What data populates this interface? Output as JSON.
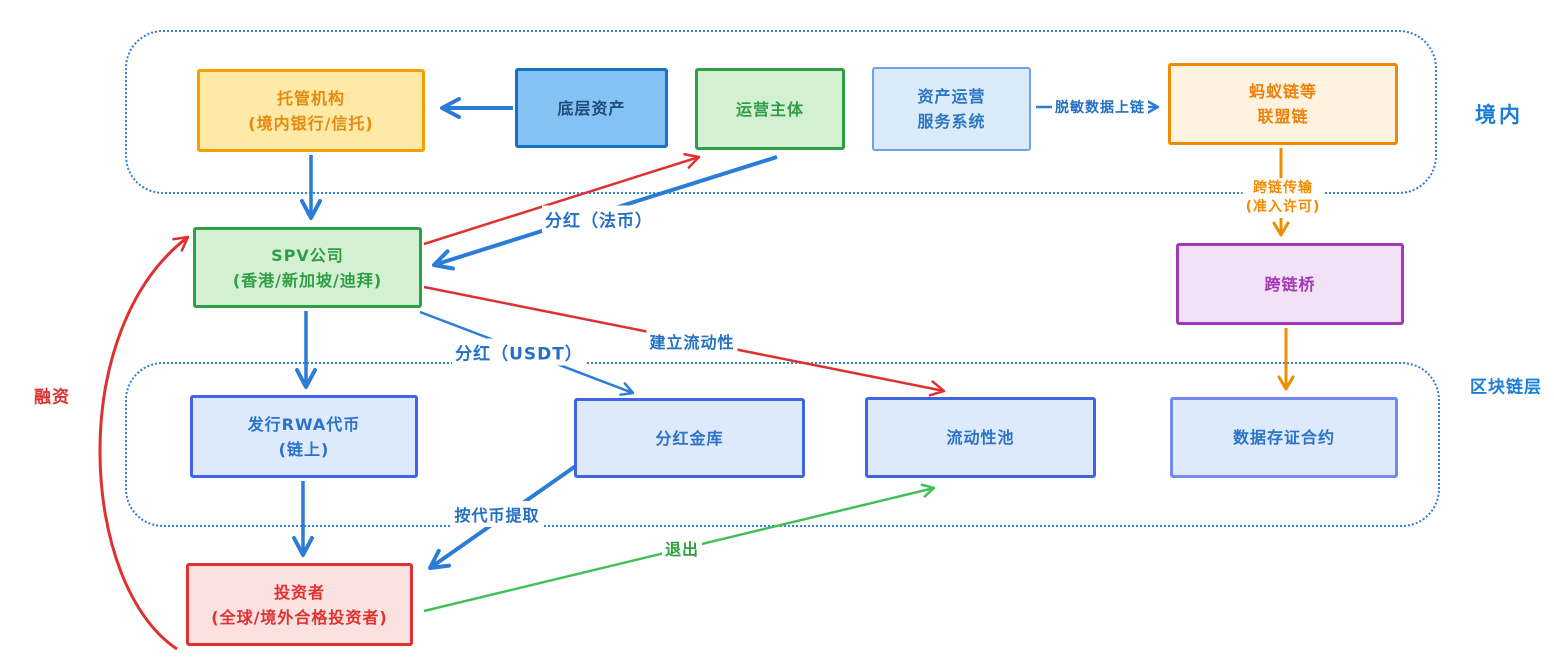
{
  "regions": {
    "domestic": {
      "label": "境内"
    },
    "blockchain": {
      "label": "区块链层"
    }
  },
  "nodes": {
    "custodian": {
      "line1": "托管机构",
      "line2": "(境内银行/信托)"
    },
    "underlying_asset": {
      "line1": "底层资产"
    },
    "operator": {
      "line1": "运营主体"
    },
    "asset_ops_system": {
      "line1": "资产运营",
      "line2": "服务系统"
    },
    "antchain": {
      "line1": "蚂蚁链等",
      "line2": "联盟链"
    },
    "spv": {
      "line1": "SPV公司",
      "line2": "(香港/新加坡/迪拜)"
    },
    "cross_chain_bridge": {
      "line1": "跨链桥"
    },
    "rwa_token": {
      "line1": "发行RWA代币",
      "line2": "(链上)"
    },
    "dividend_vault": {
      "line1": "分红金库"
    },
    "liquidity_pool": {
      "line1": "流动性池"
    },
    "data_attestation_contract": {
      "line1": "数据存证合约"
    },
    "investor": {
      "line1": "投资者",
      "line2": "(全球/境外合格投资者)"
    }
  },
  "edges": {
    "desensitized_data": {
      "label": "脱敏数据上链"
    },
    "cross_chain_transfer": {
      "line1": "跨链传输",
      "line2": "(准入许可)"
    },
    "dividend_fiat": {
      "label": "分红（法币）"
    },
    "dividend_usdt": {
      "label": "分红（USDT）"
    },
    "build_liquidity": {
      "label": "建立流动性"
    },
    "withdraw_by_token": {
      "label": "按代币提取"
    },
    "exit": {
      "label": "退出"
    },
    "financing": {
      "label": "融资"
    }
  },
  "colors": {
    "arrow_blue": "#2b7cd6",
    "arrow_red": "#e03131",
    "arrow_green": "#40c057",
    "arrow_orange": "#f08c00",
    "purple": "#a238b8",
    "label_blue": "#2470c2",
    "region_border_blue": "#2e7fd8"
  }
}
